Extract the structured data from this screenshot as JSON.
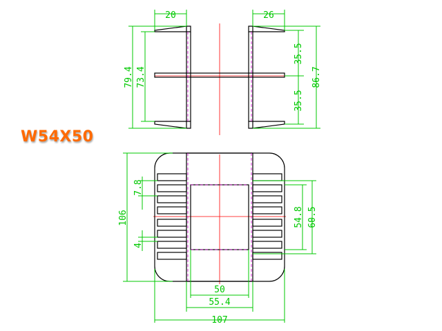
{
  "model_label": "W54X50",
  "colors": {
    "label": "#ff6a00",
    "dimension": "#00c800",
    "outline": "#000000",
    "centerline": "#ff0000",
    "hidden_line": "#d000d0"
  },
  "side_view": {
    "dim_flange_left": "20",
    "dim_flange_right": "26",
    "dim_total_height": "86.7",
    "dim_outer_height": "79.4",
    "dim_inner_height": "73.4",
    "dim_upper_half": "35.5",
    "dim_lower_half": "35.5"
  },
  "top_view": {
    "dim_height": "106",
    "dim_pitch": "7.8",
    "dim_fin": "4",
    "dim_window_inner": "54.8",
    "dim_window_outer": "60.5",
    "dim_core": "50",
    "dim_bobbin": "55.4",
    "dim_width": "107"
  }
}
